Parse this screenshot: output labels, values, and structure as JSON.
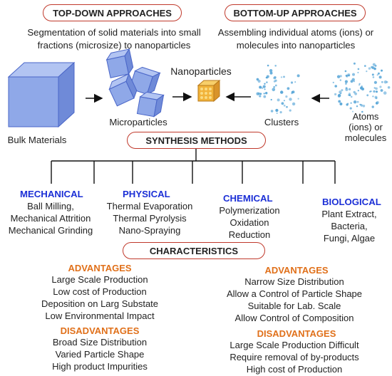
{
  "top_down": {
    "title": "TOP-DOWN APPROACHES",
    "desc": [
      "Segmentation of solid materials into small",
      "fractions (microsize) to nanoparticles"
    ]
  },
  "bottom_up": {
    "title": "BOTTOM-UP APPROACHES",
    "desc": [
      "Assembling individual atoms (ions) or",
      "molecules into nanoparticles"
    ]
  },
  "labels": {
    "nanoparticles": "Nanoparticles",
    "microparticles": "Microparticles",
    "bulk": "Bulk Materials",
    "clusters": "Clusters",
    "atoms": [
      "Atoms",
      "(ions) or",
      "molecules"
    ]
  },
  "synthesis": {
    "title": "SYNTHESIS METHODS",
    "mechanical": {
      "name": "MECHANICAL",
      "items": [
        "Ball Milling,",
        "Mechanical Attrition",
        "Mechanical Grinding"
      ]
    },
    "physical": {
      "name": "PHYSICAL",
      "items": [
        "Thermal Evaporation",
        "Thermal Pyrolysis",
        "Nano-Spraying"
      ]
    },
    "chemical": {
      "name": "CHEMICAL",
      "items": [
        "Polymerization",
        "Oxidation",
        "Reduction"
      ]
    },
    "biological": {
      "name": "BIOLOGICAL",
      "items": [
        "Plant Extract,",
        "Bacteria,",
        "Fungi, Algae"
      ]
    }
  },
  "characteristics": {
    "title": "CHARACTERISTICS",
    "left": {
      "adv_title": "ADVANTAGES",
      "advantages": [
        "Large Scale Production",
        "Low cost of Production",
        "Deposition on Larg Substate",
        "Low Environmental Impact"
      ],
      "disadv_title": "DISADVANTAGES",
      "disadvantages": [
        "Broad Size Distribution",
        "Varied Particle Shape",
        "High product Impurities"
      ]
    },
    "right": {
      "adv_title": "ADVANTAGES",
      "advantages": [
        "Narrow Size Distribution",
        "Allow a Control of Particle Shape",
        "Suitable for Lab. Scale",
        "Allow  Control of Composition"
      ],
      "disadv_title": "DISADVANTAGES",
      "disadvantages": [
        "Large Scale Production Difficult",
        "Require removal of by-products",
        "High cost of Production"
      ]
    }
  },
  "colors": {
    "pill_border": "#c0392b",
    "category": "#1b2fd6",
    "advantage": "#e0701a",
    "cube_face": "#8fa8e8",
    "dots": "#5aa7d8",
    "nano": "#f1b33a"
  }
}
